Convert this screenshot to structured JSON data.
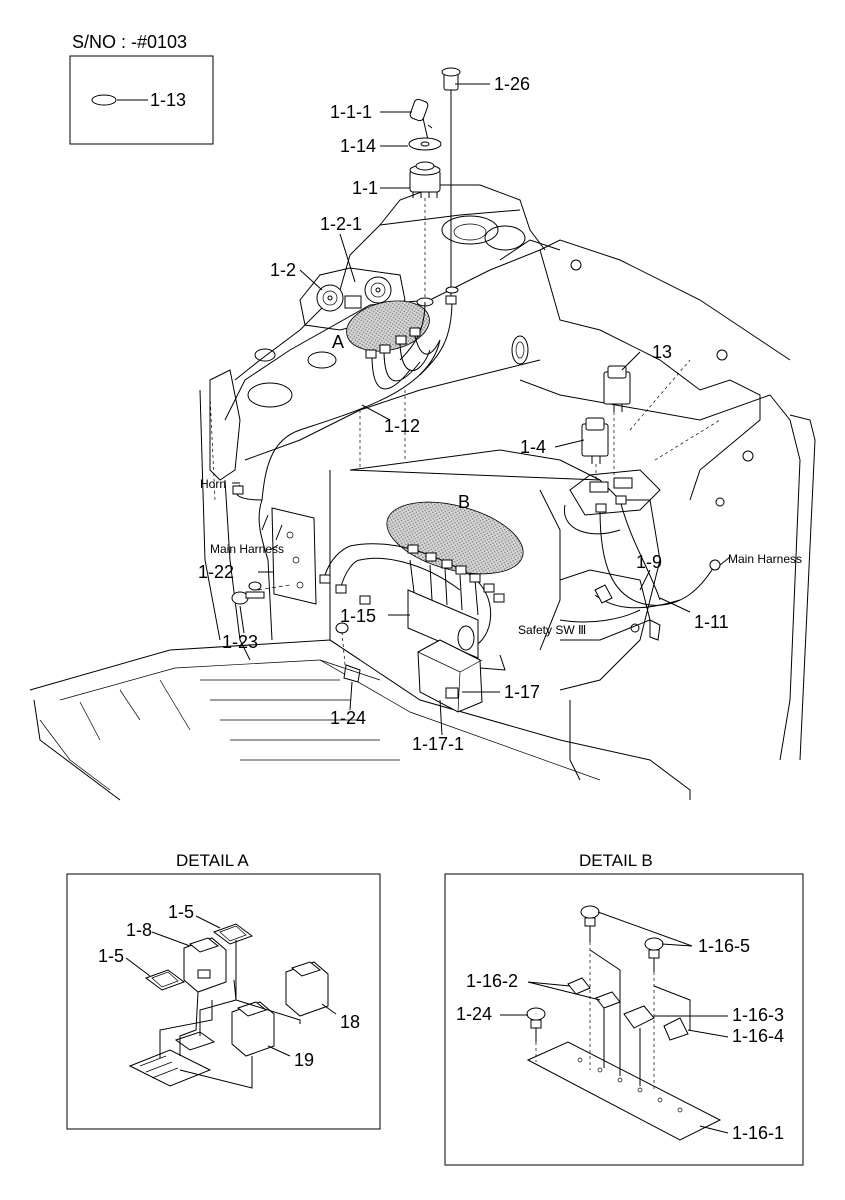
{
  "serial_note": "S/NO : -#0103",
  "callouts": {
    "c1_13": "1-13",
    "c1_26": "1-26",
    "c1_1_1": "1-1-1",
    "c1_14": "1-14",
    "c1_1": "1-1",
    "c1_2_1": "1-2-1",
    "c1_2": "1-2",
    "c13": "13",
    "c1_12": "1-12",
    "c1_4": "1-4",
    "c1_9": "1-9",
    "c1_11": "1-11",
    "c1_22": "1-22",
    "c1_23": "1-23",
    "c1_15": "1-15",
    "c1_17": "1-17",
    "c1_24": "1-24",
    "c1_17_1": "1-17-1"
  },
  "markers": {
    "a": "A",
    "b": "B"
  },
  "wire_labels": {
    "horn": "Horn",
    "main_harness_left": "Main Harness",
    "main_harness_right": "Main Harness",
    "safety_sw": "Safety SW Ⅲ"
  },
  "detail_a": {
    "title": "DETAIL A",
    "callouts": {
      "c1_5_top": "1-5",
      "c1_8": "1-8",
      "c1_5_left": "1-5",
      "c18": "18",
      "c19": "19"
    }
  },
  "detail_b": {
    "title": "DETAIL B",
    "callouts": {
      "c1_16_5": "1-16-5",
      "c1_16_2": "1-16-2",
      "c1_16_3": "1-16-3",
      "c1_24": "1-24",
      "c1_16_4": "1-16-4",
      "c1_16_1": "1-16-1"
    }
  }
}
